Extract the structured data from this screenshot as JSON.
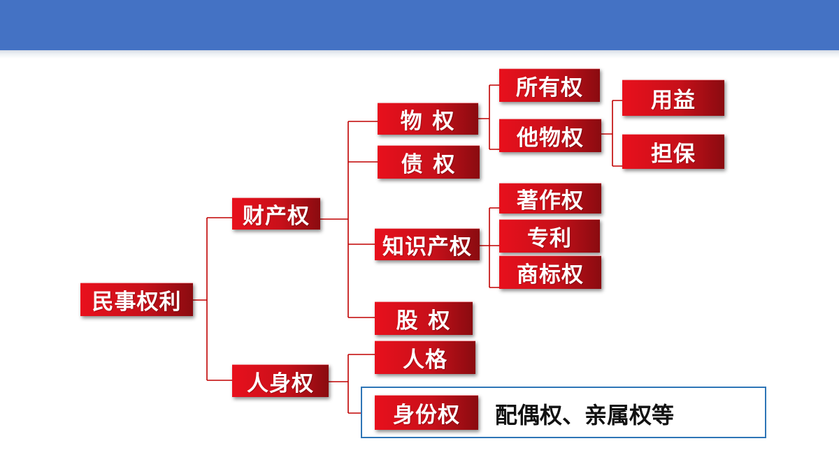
{
  "colors": {
    "header": "#4472c4",
    "node_red": "#d0101b",
    "connector": "#c00000",
    "highlight_border": "#2e75b6"
  },
  "diagram": {
    "root": "民事权利",
    "property": "财产权",
    "personal": "人身权",
    "real_right": "物 权",
    "creditor": "债 权",
    "ip": "知识产权",
    "equity": "股 权",
    "personality": "人格",
    "identity": "身份权",
    "ownership": "所有权",
    "other_real": "他物权",
    "usufruct": "用益",
    "security": "担保",
    "copyright": "著作权",
    "patent": "专利",
    "trademark": "商标权",
    "identity_note": "配偶权、亲属权等"
  }
}
